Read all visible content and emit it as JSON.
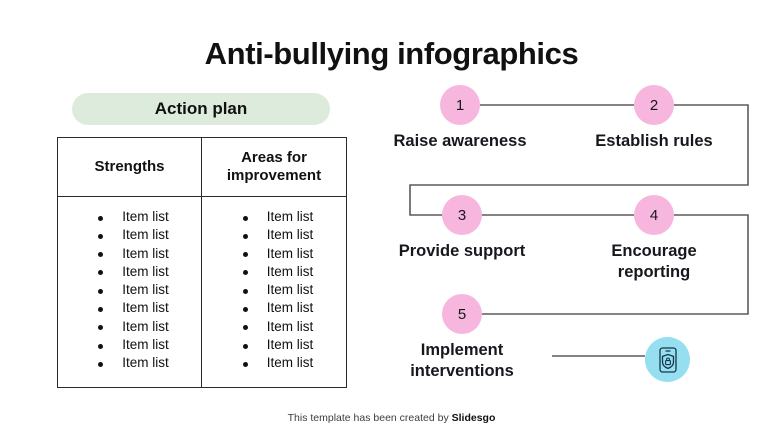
{
  "page": {
    "title": "Anti-bullying infographics",
    "background_color": "#ffffff"
  },
  "action_plan": {
    "pill_label": "Action plan",
    "pill_color": "#dcebdc",
    "table": {
      "headers": [
        "Strengths",
        "Areas for improvement"
      ],
      "columns": [
        {
          "header": "Strengths",
          "items": [
            "Item list",
            "Item list",
            "Item list",
            "Item list",
            "Item list",
            "Item list",
            "Item list",
            "Item list",
            "Item list"
          ]
        },
        {
          "header": "Areas for improvement",
          "items": [
            "Item list",
            "Item list",
            "Item list",
            "Item list",
            "Item list",
            "Item list",
            "Item list",
            "Item list",
            "Item list"
          ]
        }
      ]
    }
  },
  "flow": {
    "circle_color": "#f7b6dd",
    "connector_color": "#5b5b5b",
    "steps": [
      {
        "number": "1",
        "label": "Raise awareness"
      },
      {
        "number": "2",
        "label": "Establish rules"
      },
      {
        "number": "3",
        "label": "Provide support"
      },
      {
        "number": "4",
        "label": "Encourage reporting"
      },
      {
        "number": "5",
        "label": "Implement interventions"
      }
    ],
    "badge": {
      "icon": "phone-shield-lock-icon",
      "color": "#96dff0"
    }
  },
  "footer": {
    "text_prefix": "This template has been created by ",
    "brand": "Slidesgo"
  }
}
